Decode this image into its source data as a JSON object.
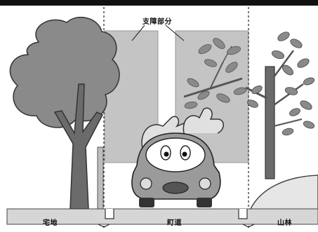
{
  "labels": {
    "obstruction_area": "支障部分",
    "residential_land": "宅地",
    "town_road": "町道",
    "forest": "山林"
  },
  "icons": [
    "broadleaf-tree-icon",
    "bare-branch-tree-icon",
    "surprised-car-icon"
  ],
  "colors": {
    "obstruction_fill": "#bdbdbd",
    "tree_canopy": "#8a8a8a",
    "trunk": "#6b6b6b",
    "ground": "#d6d6d6",
    "boundary_line": "#222222"
  }
}
